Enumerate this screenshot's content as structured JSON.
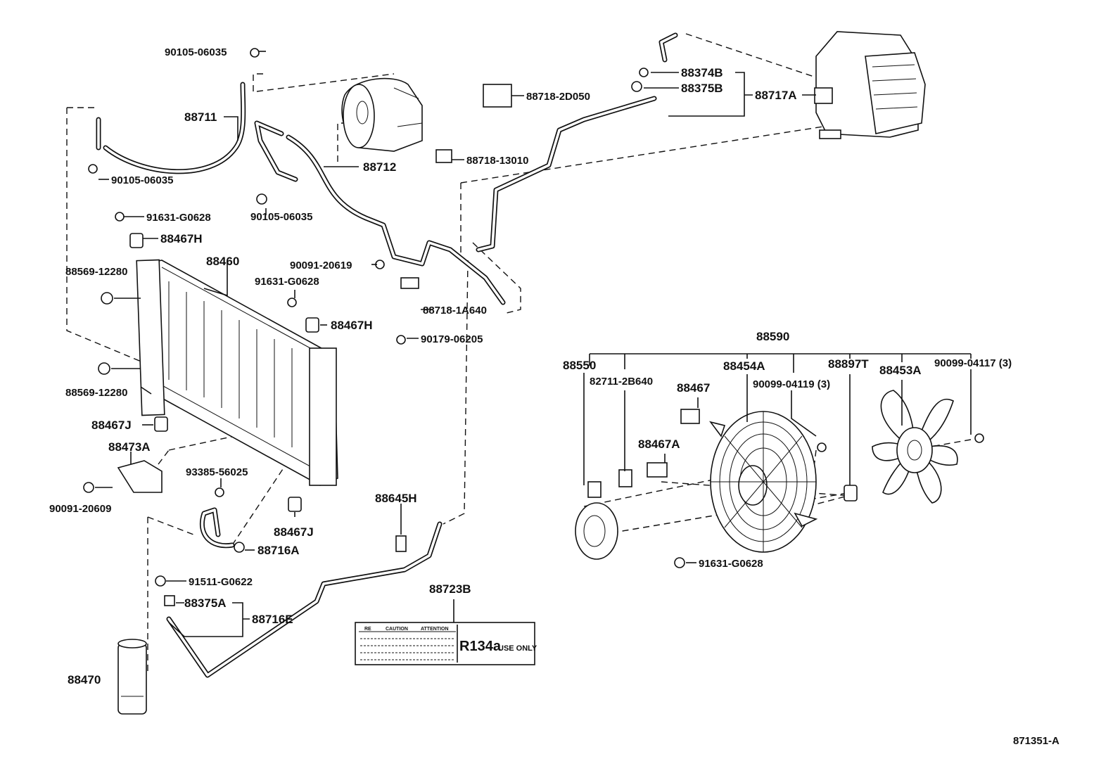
{
  "diagram_id": "871351-A",
  "labels": {
    "p90105_06035_top": "90105-06035",
    "p88711": "88711",
    "p90105_06035_left": "90105-06035",
    "p88712": "88712",
    "p90105_06035_mid": "90105-06035",
    "p91631_G0628_a": "91631-G0628",
    "p88467H_a": "88467H",
    "p88460": "88460",
    "p88569_12280_a": "88569-12280",
    "p90091_20619": "90091-20619",
    "p91631_G0628_b": "91631-G0628",
    "p88718_1A640": "88718-1A640",
    "p88467H_b": "88467H",
    "p90179_06205": "90179-06205",
    "p88569_12280_b": "88569-12280",
    "p88467J_a": "88467J",
    "p88473A": "88473A",
    "p93385_56025": "93385-56025",
    "p90091_20609": "90091-20609",
    "p88467J_b": "88467J",
    "p88716A": "88716A",
    "p91511_G0622": "91511-G0622",
    "p88375A": "88375A",
    "p88716E": "88716E",
    "p88470": "88470",
    "p88645H": "88645H",
    "p88723B": "88723B",
    "p88718_2D050": "88718-2D050",
    "p88374B": "88374B",
    "p88375B": "88375B",
    "p88717A": "88717A",
    "p88718_13010": "88718-13010",
    "p88590": "88590",
    "p88550": "88550",
    "p82711_2B640": "82711-2B640",
    "p88454A": "88454A",
    "p88897T": "88897T",
    "p88453A": "88453A",
    "p90099_04117": "90099-04117 (3)",
    "p88467": "88467",
    "p90099_04119": "90099-04119 (3)",
    "p88467A": "88467A",
    "p91631_G0628_c": "91631-G0628"
  },
  "plate": {
    "hd1": "RE",
    "hd2": "CAUTION",
    "hd3": "ATTENTION",
    "refrigerant": "R134a",
    "use_only": "USE ONLY"
  }
}
